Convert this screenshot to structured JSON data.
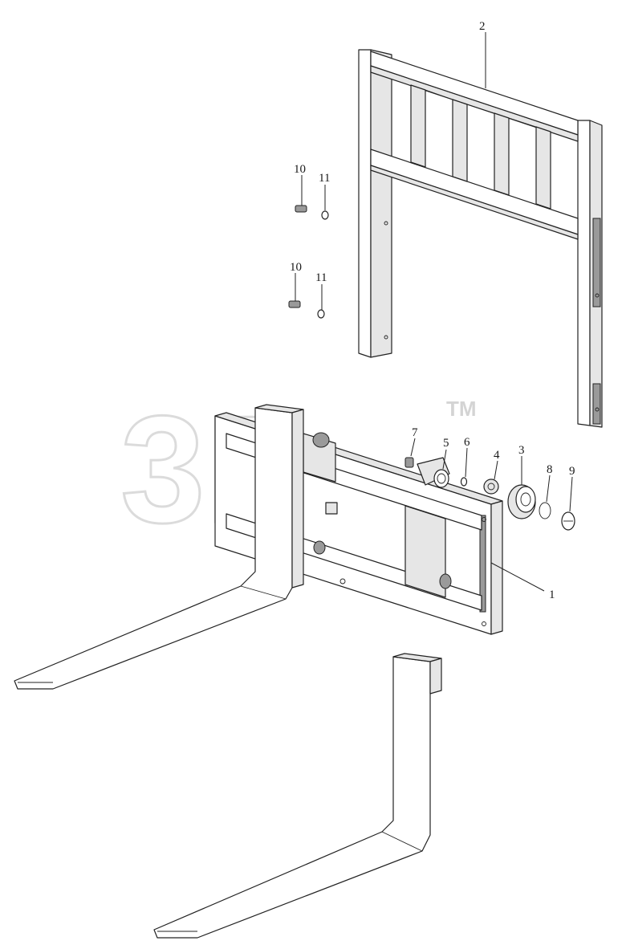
{
  "diagram": {
    "watermark": {
      "text": "3D",
      "trademark": "TM"
    },
    "callouts": [
      {
        "id": "callout-1",
        "label": "1"
      },
      {
        "id": "callout-2",
        "label": "2"
      },
      {
        "id": "callout-3",
        "label": "3"
      },
      {
        "id": "callout-4",
        "label": "4"
      },
      {
        "id": "callout-5",
        "label": "5"
      },
      {
        "id": "callout-6",
        "label": "6"
      },
      {
        "id": "callout-7",
        "label": "7"
      },
      {
        "id": "callout-8",
        "label": "8"
      },
      {
        "id": "callout-9",
        "label": "9"
      },
      {
        "id": "callout-10a",
        "label": "10"
      },
      {
        "id": "callout-11a",
        "label": "11"
      },
      {
        "id": "callout-10b",
        "label": "10"
      },
      {
        "id": "callout-11b",
        "label": "11"
      }
    ]
  }
}
